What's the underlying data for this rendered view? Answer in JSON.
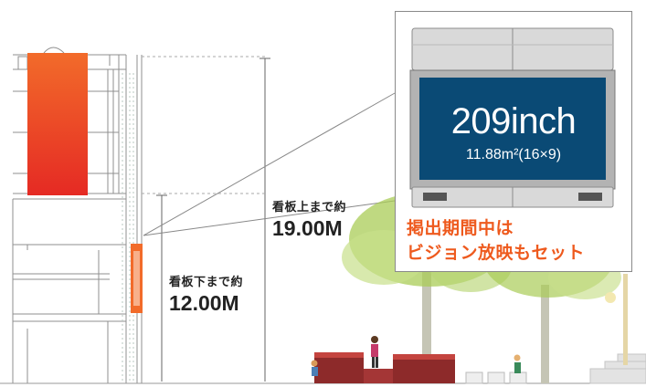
{
  "measurements": {
    "to_top": {
      "label": "看板上まで約",
      "value": "19.00M"
    },
    "to_bottom": {
      "label": "看板下まで約",
      "value": "12.00M"
    }
  },
  "screen": {
    "size": "209inch",
    "area": "11.88m²(16×9)"
  },
  "note": {
    "line1": "掲出期間中は",
    "line2": "ビジョン放映もセット"
  },
  "colors": {
    "billboard_top": "#f26b2a",
    "billboard_bottom": "#e52a24",
    "accent_orange": "#ee5a1e",
    "screen_blue": "#0d5a8c",
    "tree_green": "#a9cc57"
  }
}
